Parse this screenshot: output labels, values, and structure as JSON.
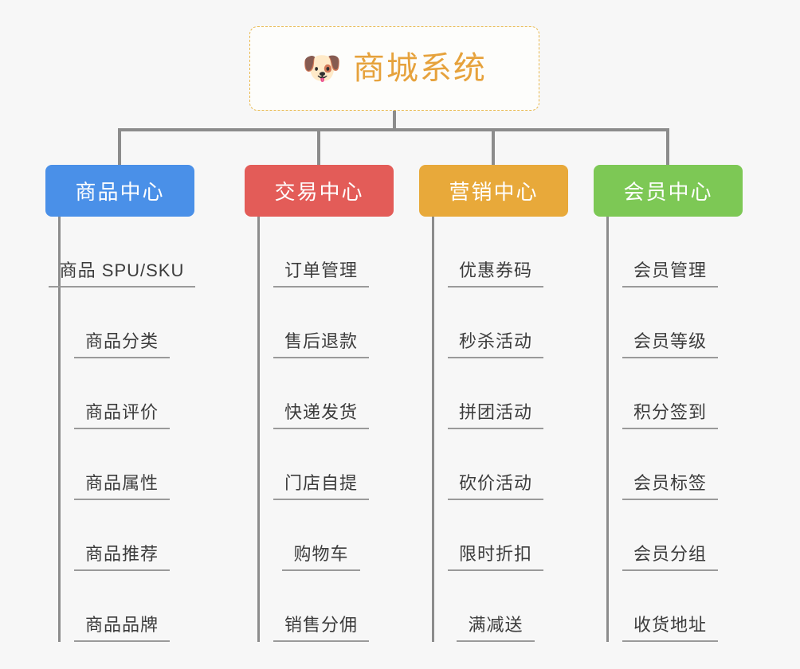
{
  "diagram": {
    "type": "mindmap",
    "root": {
      "icon": "shiba-dog-face-icon",
      "emoji": "🐶",
      "title": "商城系统",
      "border_color": "#e9b84c",
      "text_color": "#e6a23c"
    },
    "connector_color": "#8c8c8c",
    "background_color": "#f7f7f7",
    "branches": [
      {
        "id": "product-center",
        "label": "商品中心",
        "color": "#4a90e8",
        "items": [
          "商品 SPU/SKU",
          "商品分类",
          "商品评价",
          "商品属性",
          "商品推荐",
          "商品品牌"
        ]
      },
      {
        "id": "trade-center",
        "label": "交易中心",
        "color": "#e35c58",
        "items": [
          "订单管理",
          "售后退款",
          "快递发货",
          "门店自提",
          "购物车",
          "销售分佣"
        ]
      },
      {
        "id": "marketing-center",
        "label": "营销中心",
        "color": "#e8a93a",
        "items": [
          "优惠券码",
          "秒杀活动",
          "拼团活动",
          "砍价活动",
          "限时折扣",
          "满减送"
        ]
      },
      {
        "id": "member-center",
        "label": "会员中心",
        "color": "#7dc855",
        "items": [
          "会员管理",
          "会员等级",
          "积分签到",
          "会员标签",
          "会员分组",
          "收货地址"
        ]
      }
    ]
  }
}
